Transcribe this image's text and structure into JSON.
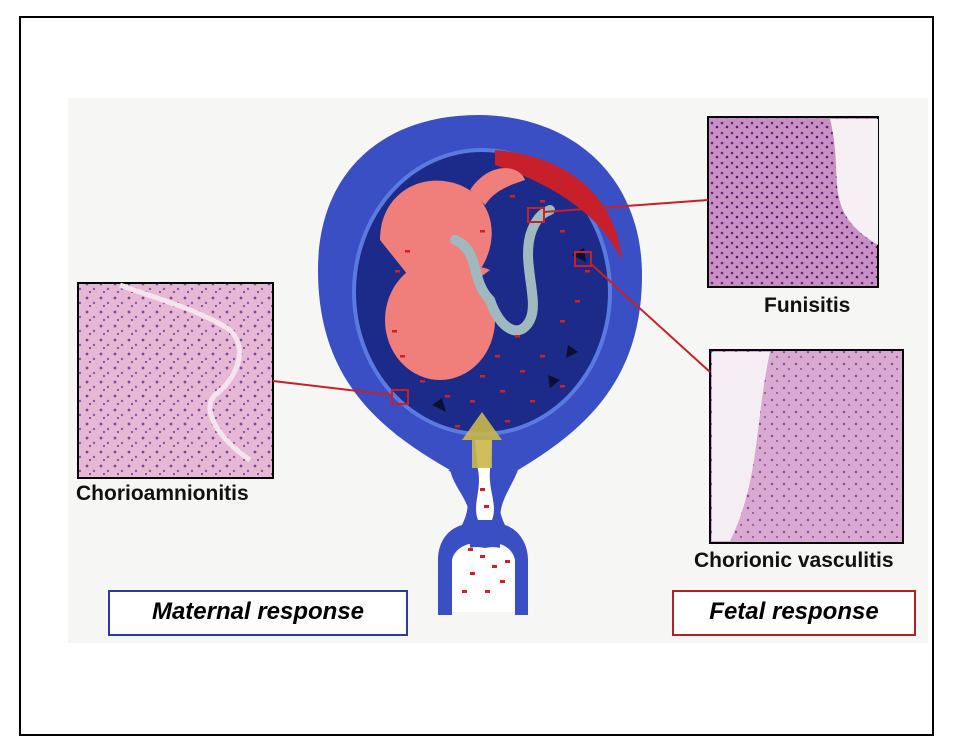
{
  "labels": {
    "chorioamnionitis": "Chorioamnionitis",
    "funisitis": "Funisitis",
    "chorionic_vasculitis": "Chorionic vasculitis"
  },
  "responses": {
    "maternal": "Maternal response",
    "fetal": "Fetal response"
  },
  "colors": {
    "uterus": "#3a4fc4",
    "cavity": "#1c2a8a",
    "fetus": "#f07f7c",
    "placenta": "#c8202a",
    "cord": "#9fb9bf",
    "bacteria": "#d42020",
    "maternal_border": "#2b3c9e",
    "fetal_border": "#b52020",
    "ascending_arrow": "#c9b84a"
  }
}
